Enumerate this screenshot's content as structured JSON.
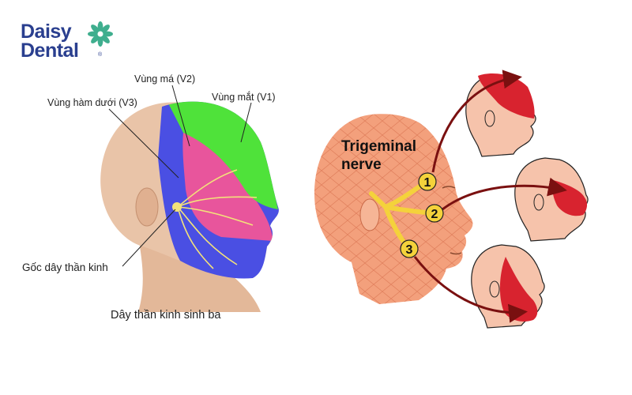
{
  "logo": {
    "line1": "Daisy",
    "line2": "Dental",
    "reg": "®",
    "brand_color": "#2a3f8f",
    "flower_color": "#3fae8e"
  },
  "left_diagram": {
    "labels": {
      "v2": "Vùng má (V2)",
      "v3": "Vùng hàm dưới (V3)",
      "v1": "Vùng mắt (V1)",
      "root": "Gốc dây thần kinh"
    },
    "caption": "Dây thần kinh sinh ba",
    "colors": {
      "v1": "#4fe23a",
      "v2": "#e8559c",
      "v3": "#4a4fe3",
      "skin": "#e9c4a8",
      "nerve": "#f3e27a"
    }
  },
  "right_diagram": {
    "title_line1": "Trigeminal",
    "title_line2": "nerve",
    "branches": [
      {
        "number": "1"
      },
      {
        "number": "2"
      },
      {
        "number": "3"
      }
    ],
    "colors": {
      "face": "#f3a07c",
      "nerve": "#f4d23b",
      "arrow": "#7a1010",
      "highlight": "#d8232f"
    }
  }
}
